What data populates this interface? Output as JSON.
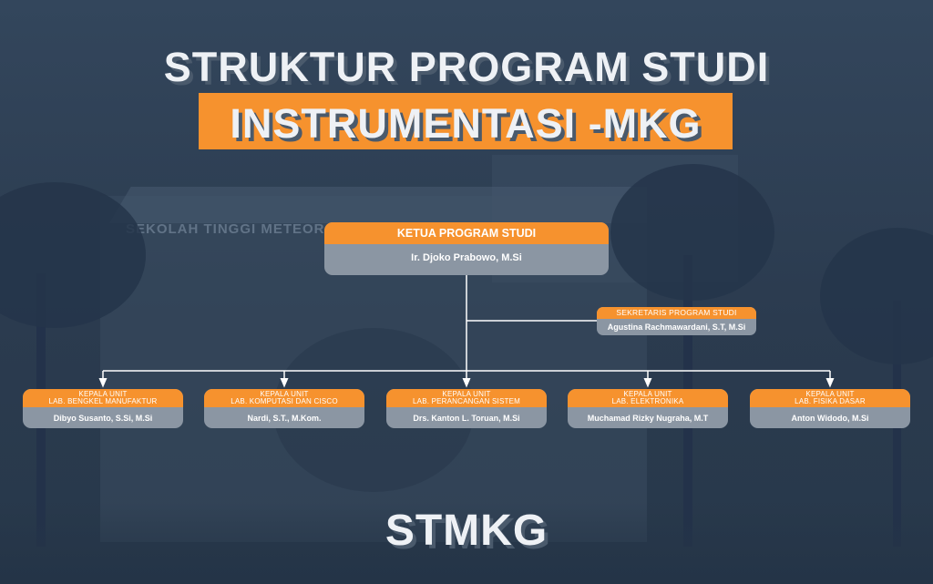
{
  "title": {
    "line1": "STRUKTUR PROGRAM STUDI",
    "line2": "INSTRUMENTASI -MKG"
  },
  "background_sign": "SEKOLAH TINGGI METEOROLOGI",
  "head": {
    "role": "KETUA PROGRAM STUDI",
    "name": "Ir. Djoko Prabowo, M.Si"
  },
  "secretary": {
    "role": "SEKRETARIS PROGRAM STUDI",
    "name": "Agustina Rachmawardani, S.T, M.Si"
  },
  "units": [
    {
      "role_line1": "KEPALA UNIT",
      "role_line2": "LAB. BENGKEL MANUFAKTUR",
      "name": "Dibyo Susanto, S.Si, M.Si"
    },
    {
      "role_line1": "KEPALA UNIT",
      "role_line2": "LAB. KOMPUTASI DAN CISCO",
      "name": "Nardi, S.T., M.Kom."
    },
    {
      "role_line1": "KEPALA UNIT",
      "role_line2": "LAB. PERANCANGAN SISTEM",
      "name": "Drs. Kanton L. Toruan, M.Si"
    },
    {
      "role_line1": "KEPALA UNIT",
      "role_line2": "LAB. ELEKTRONIKA",
      "name": "Muchamad Rizky Nugraha, M.T"
    },
    {
      "role_line1": "KEPALA UNIT",
      "role_line2": "LAB. FISIKA DASAR",
      "name": "Anton Widodo, M.Si"
    }
  ],
  "footer": "STMKG",
  "colors": {
    "accent": "#f6922e",
    "box_body": "#8b96a3",
    "background": "#2f3f52",
    "title_text": "#eef1f5"
  }
}
